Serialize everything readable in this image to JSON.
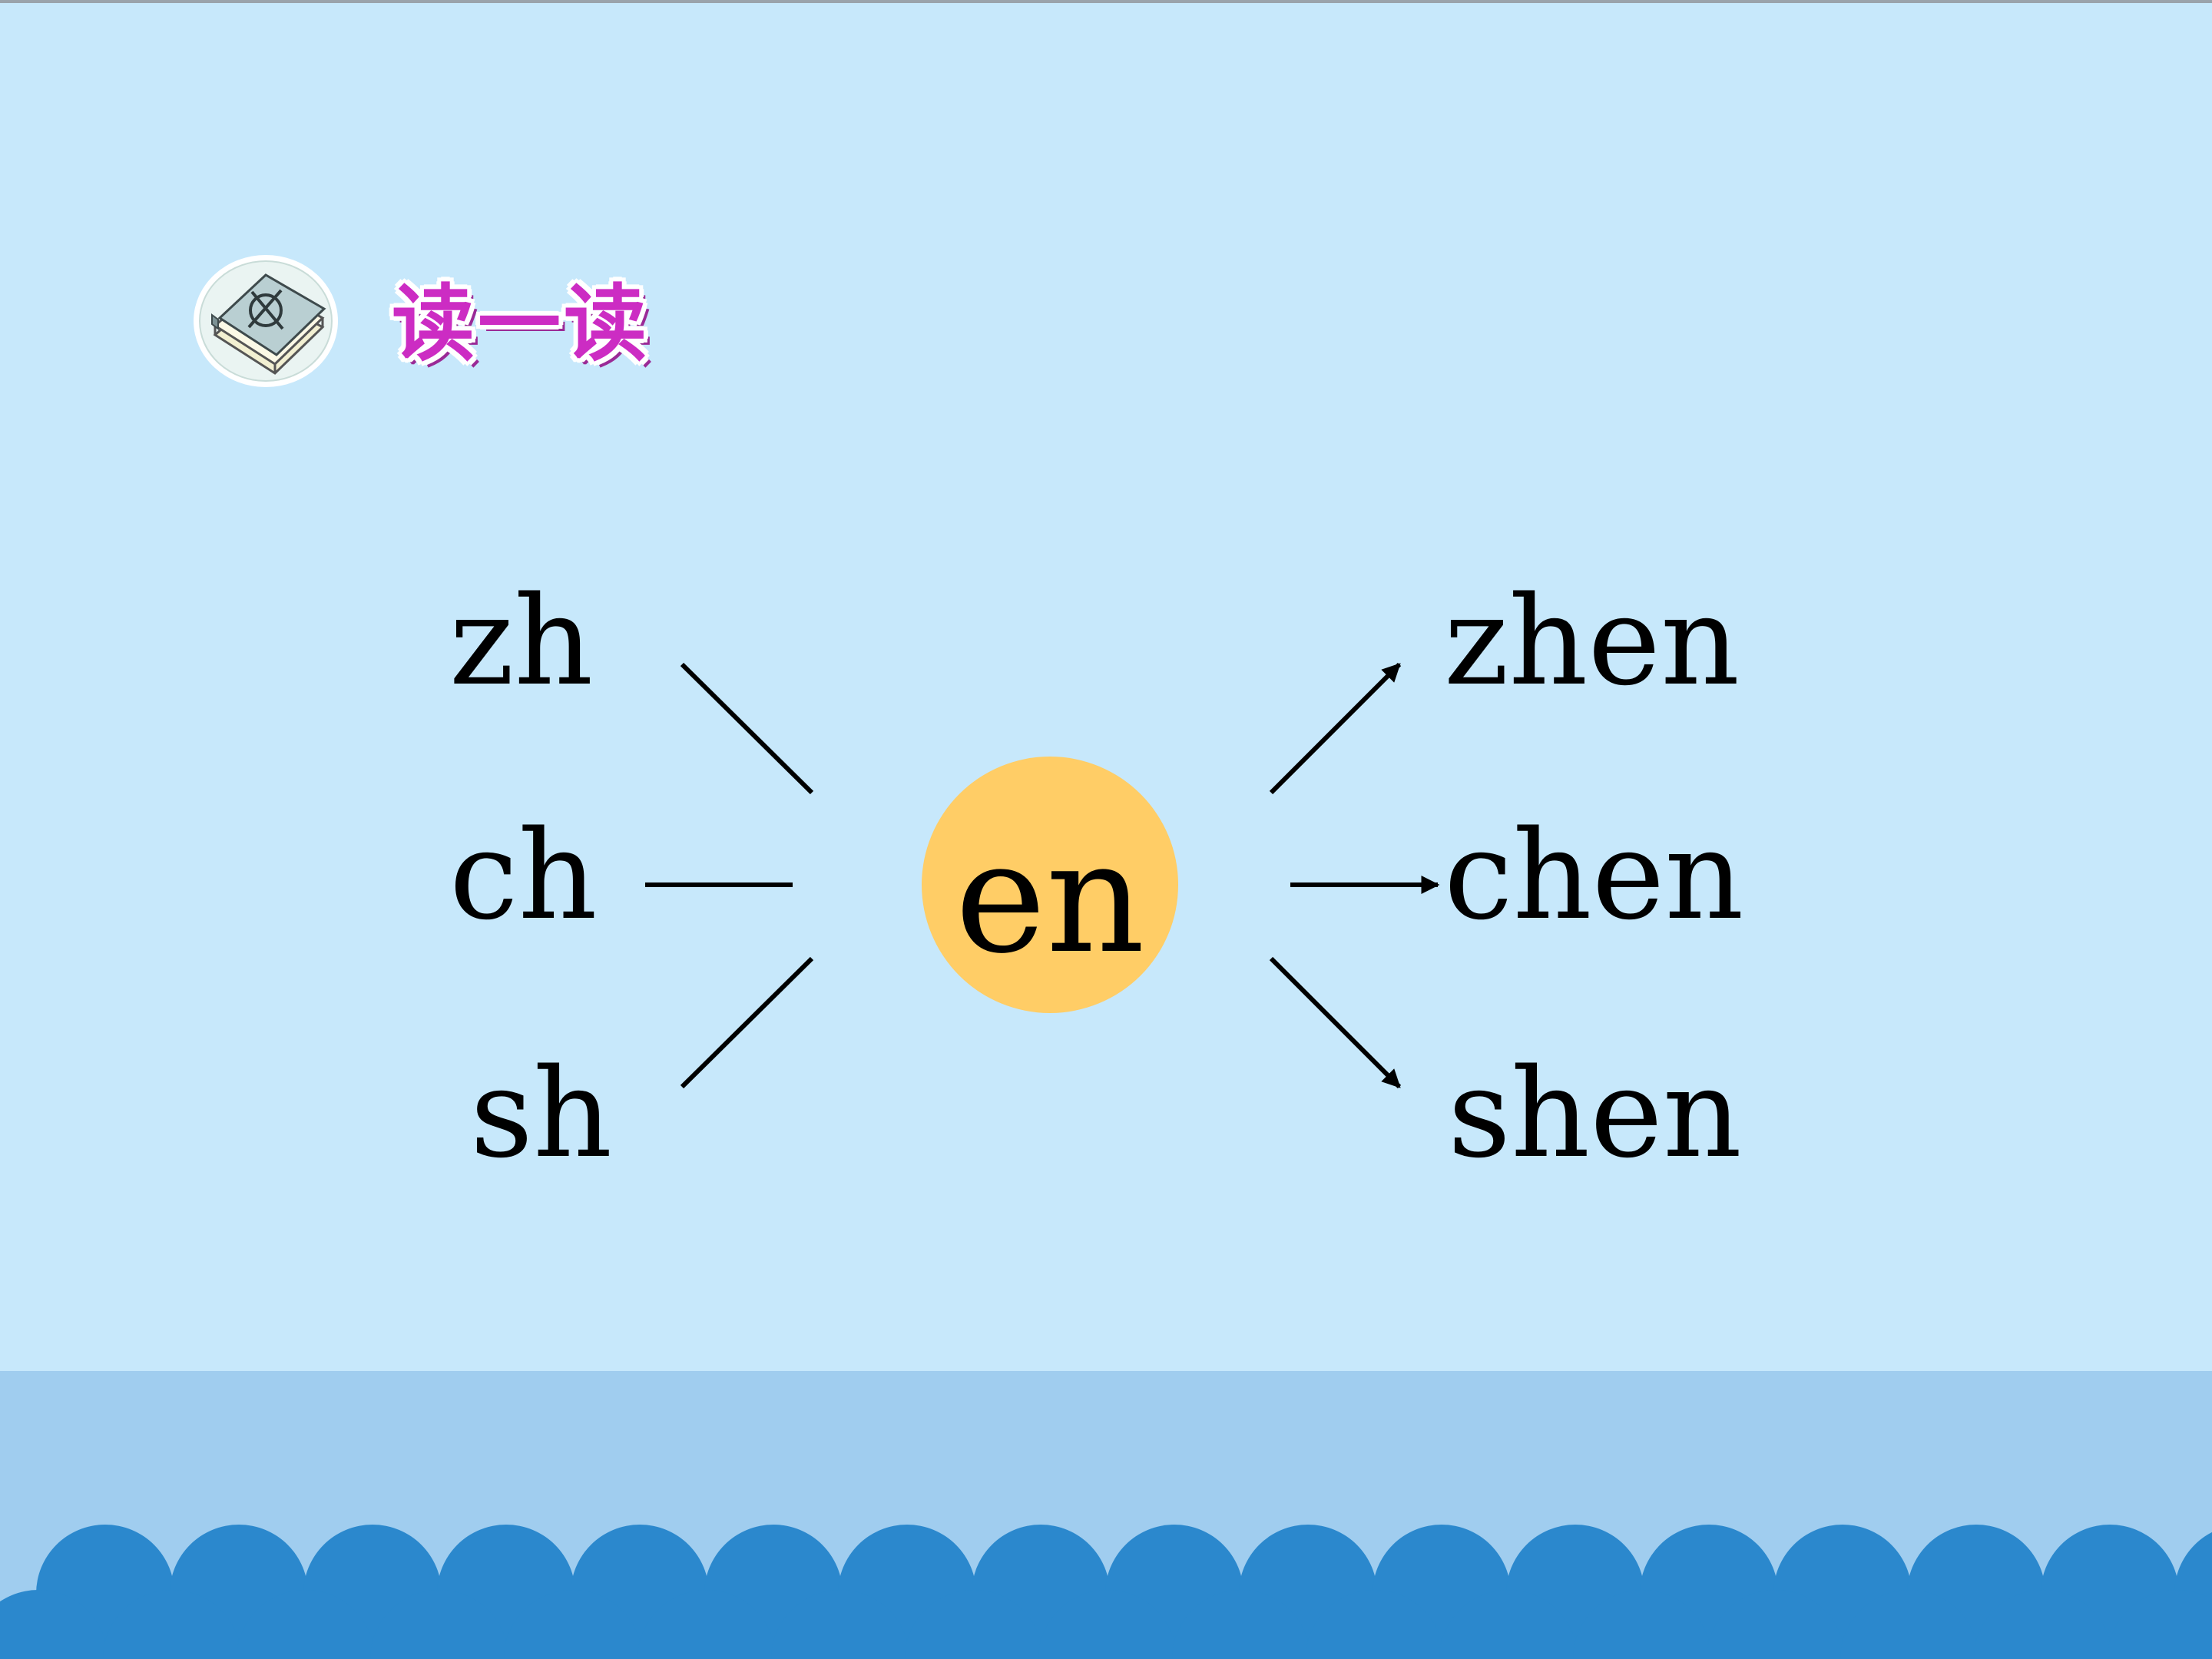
{
  "slide": {
    "heading": "读一读",
    "initials": [
      "zh",
      "ch",
      "sh"
    ],
    "final": "en",
    "syllables": [
      "zhen",
      "chen",
      "shen"
    ]
  },
  "colors": {
    "background": "#c7e8fb",
    "heading": "#cc2cc3",
    "final_circle": "#ffcd66",
    "wave_band": "#a0cdef",
    "wave": "#2b88cd"
  },
  "icons": {
    "heading_icon": "book-icon"
  }
}
